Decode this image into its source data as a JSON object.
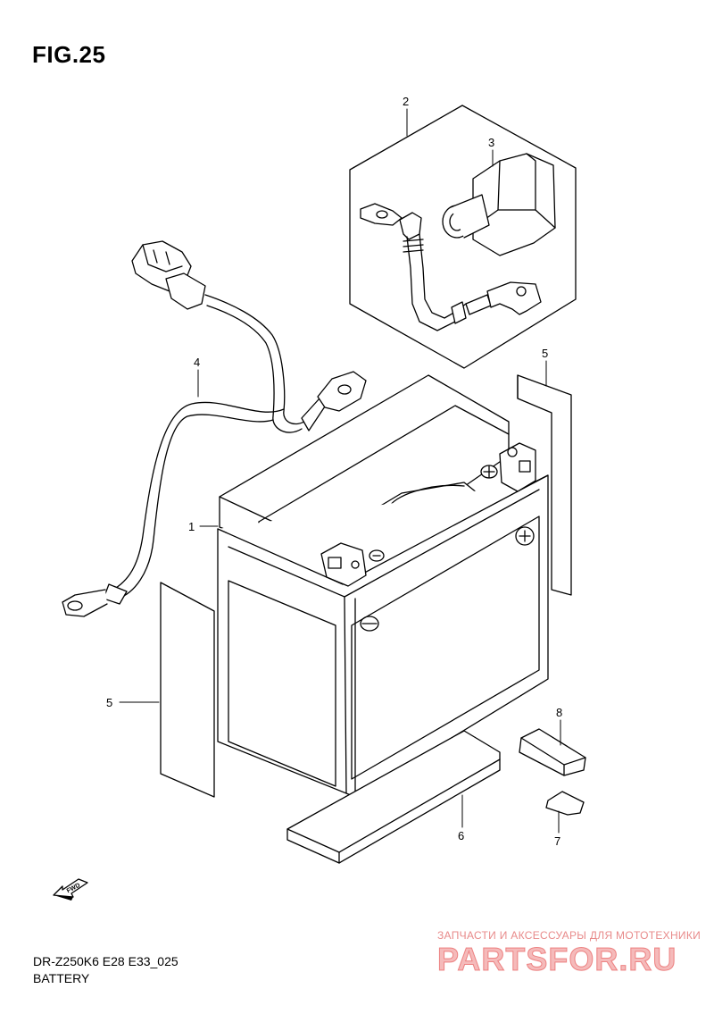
{
  "figure": {
    "title": "FIG.25",
    "model_code": "DR-Z250K6 E28 E33_025",
    "section_name": "BATTERY"
  },
  "callouts": [
    "1",
    "2",
    "3",
    "4",
    "5",
    "5",
    "6",
    "7",
    "8"
  ],
  "forward_marker": {
    "label": "FWD",
    "icon": "forward-arrow-icon"
  },
  "watermark": {
    "tagline": "ЗАПЧАСТИ И АКСЕССУАРЫ ДЛЯ МОТОТЕХНИКИ",
    "logo_text": "PARTSFOR.RU",
    "color": "#e23a3a"
  }
}
